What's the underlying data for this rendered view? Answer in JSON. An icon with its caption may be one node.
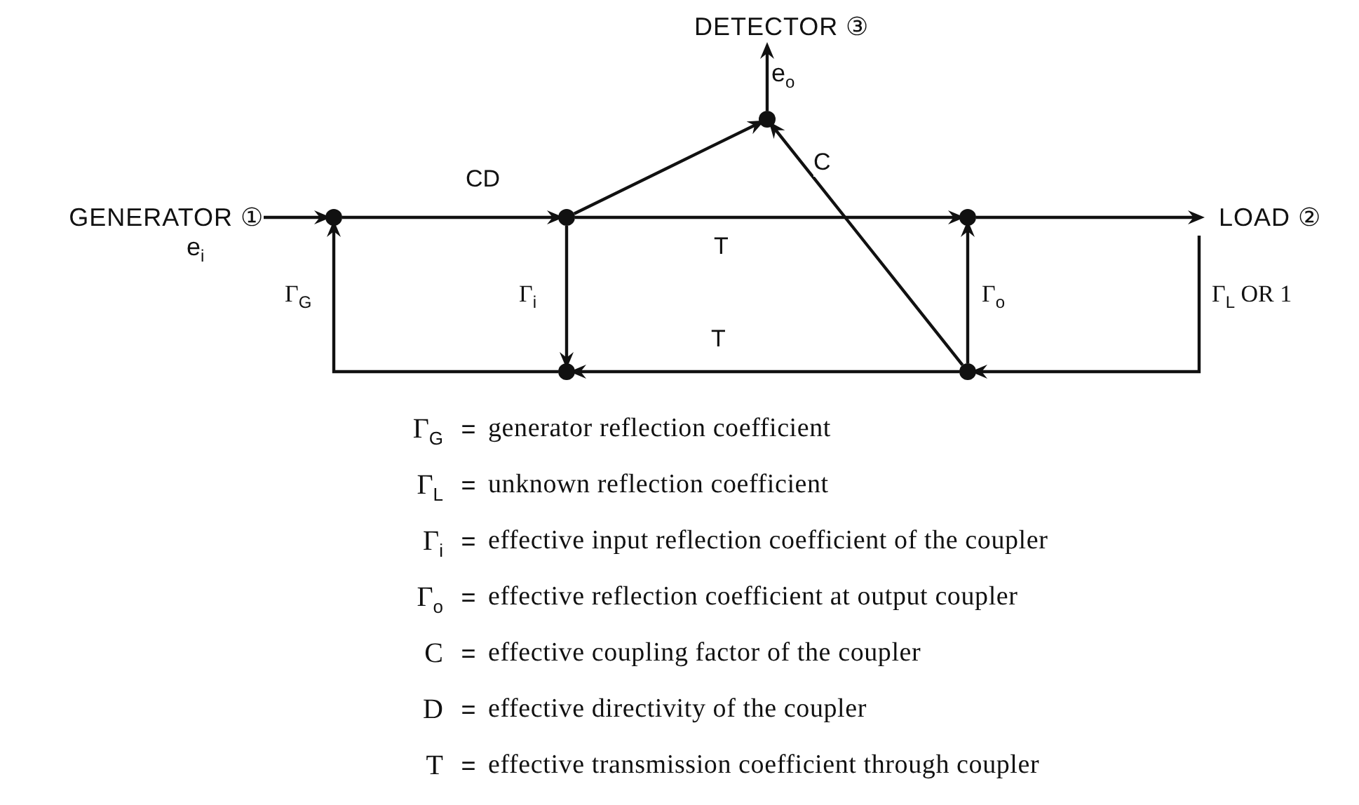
{
  "diagram": {
    "nodes": [
      {
        "text": [
          "DETECTOR ③"
        ],
        "beside": [
          "e$_{o}$"
        ]
      },
      {
        "text": [
          "GENERATOR ①"
        ],
        "beside": [
          "e$_{i}$"
        ]
      },
      {
        "text": [],
        "shape": "circle"
      },
      {
        "text": [],
        "shape": "circle"
      },
      {
        "text": [],
        "shape": "circle"
      },
      {
        "text": [],
        "shape": "circle"
      },
      {
        "text": [
          "LOAD ②"
        ]
      },
      {
        "text": [],
        "shape": "circle"
      },
      {
        "text": [],
        "shape": "circle"
      }
    ],
    "edges": [
      {
        "from": 1,
        "to": 2,
        "arrow": "to"
      },
      {
        "from": 2,
        "to": 3,
        "arrow": "to"
      },
      {
        "from": 3,
        "to": 4,
        "arrow": "to",
        "label": "CD"
      },
      {
        "from": 3,
        "to": 5,
        "arrow": "to",
        "label": "T"
      },
      {
        "from": 8,
        "to": 4,
        "arrow": "to",
        "label": "C"
      },
      {
        "from": 4,
        "to": 0,
        "arrow": "to"
      },
      {
        "from": 5,
        "to": 6,
        "arrow": "to"
      },
      {
        "from": 6,
        "to": 8,
        "arrow": "to",
        "label": "Γ$_{L}$ OR 1"
      },
      {
        "from": 8,
        "to": 7,
        "arrow": "to",
        "label": "T"
      },
      {
        "from": 7,
        "to": 2,
        "arrow": "to",
        "label": "Γ$_{G}$"
      },
      {
        "from": 3,
        "to": 7,
        "arrow": "to",
        "label": "Γ$_{i}$"
      },
      {
        "from": 8,
        "to": 5,
        "arrow": "to",
        "label": "Γ$_{o}$"
      }
    ],
    "labels": [
      "Γ$_{G}$",
      "=",
      "generator reflection coefficient",
      "Γ$_{L}$",
      "=",
      "unknown reflection coefficient",
      "Γ$_{i}$",
      "=",
      "effective input reflection coefficient of the coupler",
      "Γ$_{o}$",
      "=",
      "effective reflection coefficient at output coupler",
      "C",
      "=",
      "effective coupling factor of the coupler",
      "D",
      "=",
      "effective directivity of the coupler",
      "T",
      "=",
      "effective transmission coefficient through coupler"
    ]
  }
}
